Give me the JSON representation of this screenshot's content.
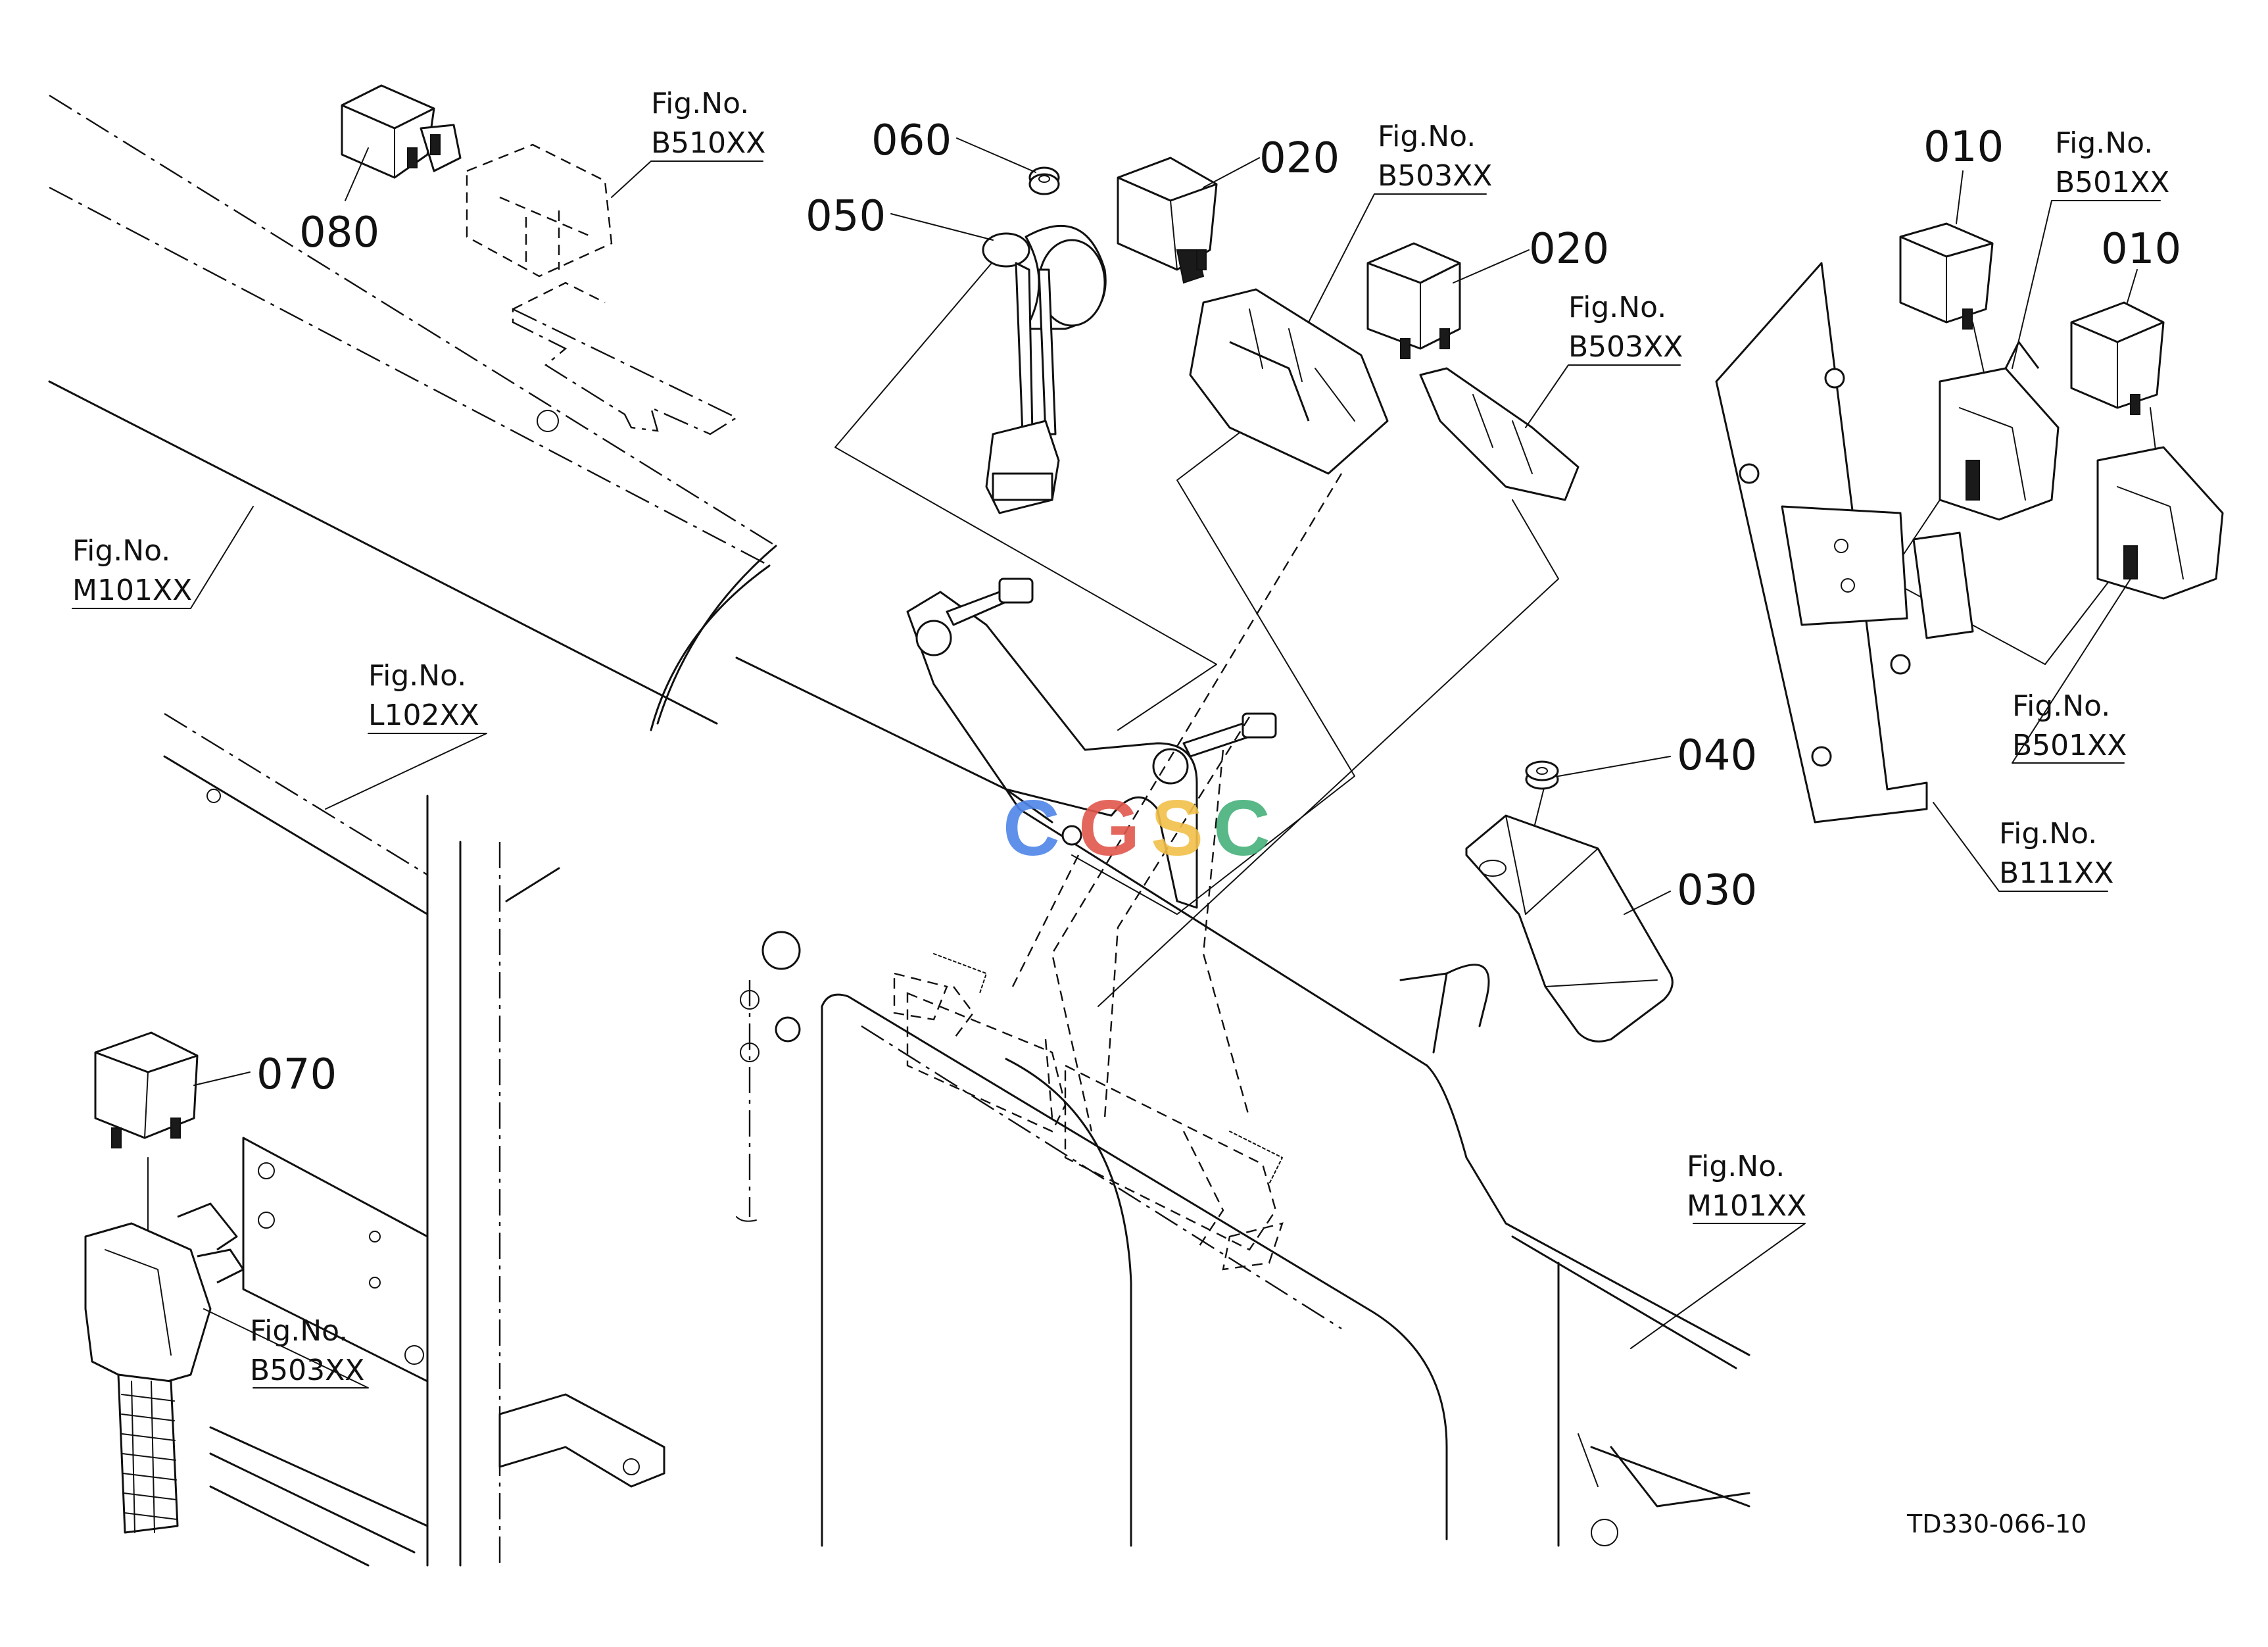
{
  "parts": [
    {
      "id": "p010a",
      "number": "010"
    },
    {
      "id": "p010b",
      "number": "010"
    },
    {
      "id": "p020a",
      "number": "020"
    },
    {
      "id": "p020b",
      "number": "020"
    },
    {
      "id": "p030",
      "number": "030"
    },
    {
      "id": "p040",
      "number": "040"
    },
    {
      "id": "p050",
      "number": "050"
    },
    {
      "id": "p060",
      "number": "060"
    },
    {
      "id": "p070",
      "number": "070"
    },
    {
      "id": "p080",
      "number": "080"
    }
  ],
  "figure_refs": [
    {
      "label": "Fig.No.",
      "code": "B510XX"
    },
    {
      "label": "Fig.No.",
      "code": "B503XX"
    },
    {
      "label": "Fig.No.",
      "code": "B503XX"
    },
    {
      "label": "Fig.No.",
      "code": "B501XX"
    },
    {
      "label": "Fig.No.",
      "code": "B501XX"
    },
    {
      "label": "Fig.No.",
      "code": "B111XX"
    },
    {
      "label": "Fig.No.",
      "code": "M101XX"
    },
    {
      "label": "Fig.No.",
      "code": "M101XX"
    },
    {
      "label": "Fig.No.",
      "code": "L102XX"
    },
    {
      "label": "Fig.No.",
      "code": "B503XX"
    }
  ],
  "watermark": {
    "letters": [
      "C",
      "G",
      "S",
      "C"
    ],
    "colors": [
      "#4f86e8",
      "#e2574c",
      "#f2c04a",
      "#46b17b"
    ]
  },
  "drawing_code": "TD330-066-10"
}
